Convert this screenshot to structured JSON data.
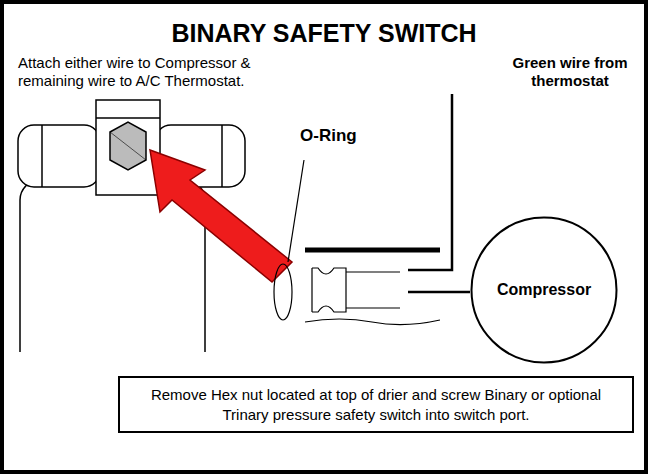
{
  "diagram": {
    "title": "BINARY SAFETY SWITCH",
    "nodes": [
      {
        "text": [
          "Compressor"
        ]
      },
      {
        "text": [
          "Remove Hex nut located at top of drier and screw Binary or optional Trinary pressure safety switch into switch port."
        ]
      }
    ],
    "labels": [
      "Attach either wire to Compressor & remaining wire to A/C Thermostat.",
      "Green wire from thermostat",
      "O-Ring"
    ]
  }
}
